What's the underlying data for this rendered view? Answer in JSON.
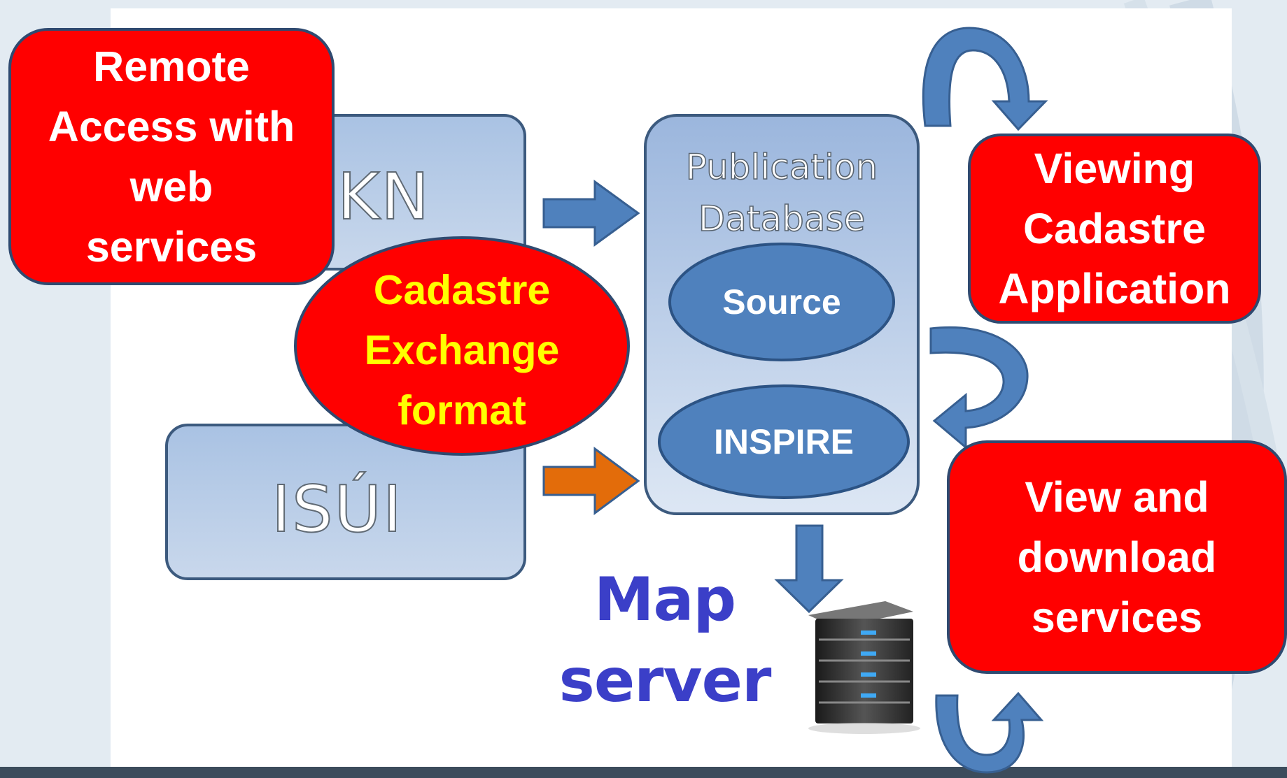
{
  "diagram": {
    "sources": [
      {
        "id": "kn",
        "label": "KN"
      },
      {
        "id": "isui",
        "label": "ISÚI"
      }
    ],
    "publication_database": {
      "title_line1": "Publication",
      "title_line2": "Database",
      "layers": [
        "Source",
        "INSPIRE"
      ]
    },
    "exchange_format": {
      "line1": "Cadastre",
      "line2": "Exchange",
      "line3": "format"
    },
    "map_server": {
      "line1": "Map",
      "line2": "server",
      "icon": "server-rack-icon"
    },
    "callouts": {
      "remote_access": [
        "Remote",
        "Access with",
        "web",
        "services"
      ],
      "viewing_app": [
        "Viewing",
        "Cadastre",
        "Application"
      ],
      "view_download": [
        "View and",
        "download",
        "services"
      ]
    },
    "colors": {
      "callout_red": "#ff0000",
      "exchange_text": "#ffff00",
      "arrow_blue": "#4f81bd",
      "arrow_orange": "#e36c0a",
      "map_server_text": "#3b3fc8"
    }
  }
}
